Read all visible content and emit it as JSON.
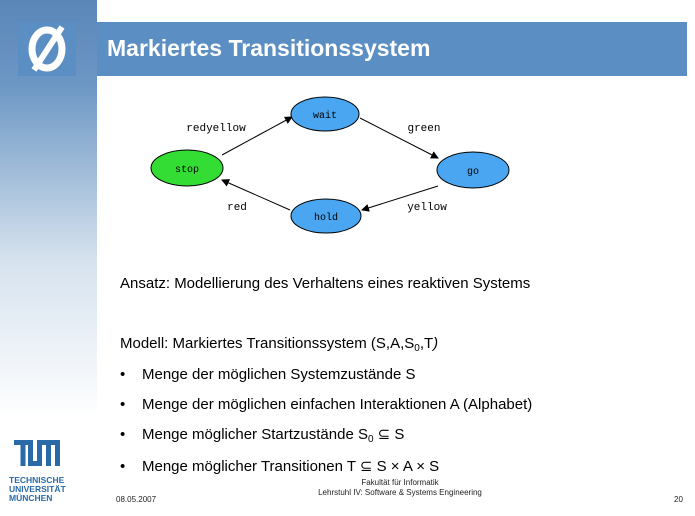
{
  "slide": {
    "title": "Markiertes Transitionssystem",
    "date": "08.05.2007",
    "footer_line1": "Fakultät für Informatik",
    "footer_line2": "Lehrstuhl IV: Software & Systems Engineering",
    "page_number": "20",
    "university_line1": "TECHNISCHE",
    "university_line2": "UNIVERSITÄT",
    "university_line3": "MÜNCHEN"
  },
  "diagram": {
    "states": {
      "stop": "stop",
      "wait": "wait",
      "go": "go",
      "hold": "hold"
    },
    "transitions": {
      "redyellow": "redyellow",
      "green": "green",
      "yellow": "yellow",
      "red": "red"
    },
    "colors": {
      "initial_state": "#33dd33",
      "state": "#4aa6f0"
    }
  },
  "body": {
    "approach": "Ansatz: Modellierung des Verhaltens eines reaktiven Systems",
    "model_prefix": "Modell: Markiertes Transitionssystem (S,A,S",
    "model_sub": "0",
    "model_suffix": ",T",
    "model_end": ")",
    "bullets": [
      {
        "text": "Menge der möglichen Systemzustände S"
      },
      {
        "text": "Menge der möglichen einfachen Interaktionen A (Alphabet)"
      },
      {
        "pre": "Menge möglicher Startzustände S",
        "sub": "0",
        "post": " ⊆ S"
      },
      {
        "text": "Menge möglicher Transitionen T ⊆ S × A × S"
      }
    ],
    "bullet_glyph": "•"
  }
}
